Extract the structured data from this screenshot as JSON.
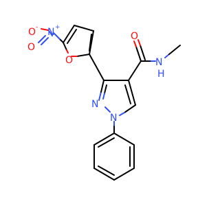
{
  "colors": {
    "carbon_bond": "#000000",
    "oxygen": "#ff0d0d",
    "nitrogen": "#3050f8",
    "background": "#ffffff"
  },
  "atoms": {
    "nitro_o_minus": "O",
    "nitro_o_minus_charge": "-",
    "nitro_n_plus": "N",
    "nitro_n_plus_charge": "+",
    "nitro_o_double": "O",
    "furan_o": "O",
    "amide_o": "O",
    "amide_n": "N",
    "amide_h": "H",
    "pyrazole_n2": "N",
    "pyrazole_n1": "N"
  }
}
